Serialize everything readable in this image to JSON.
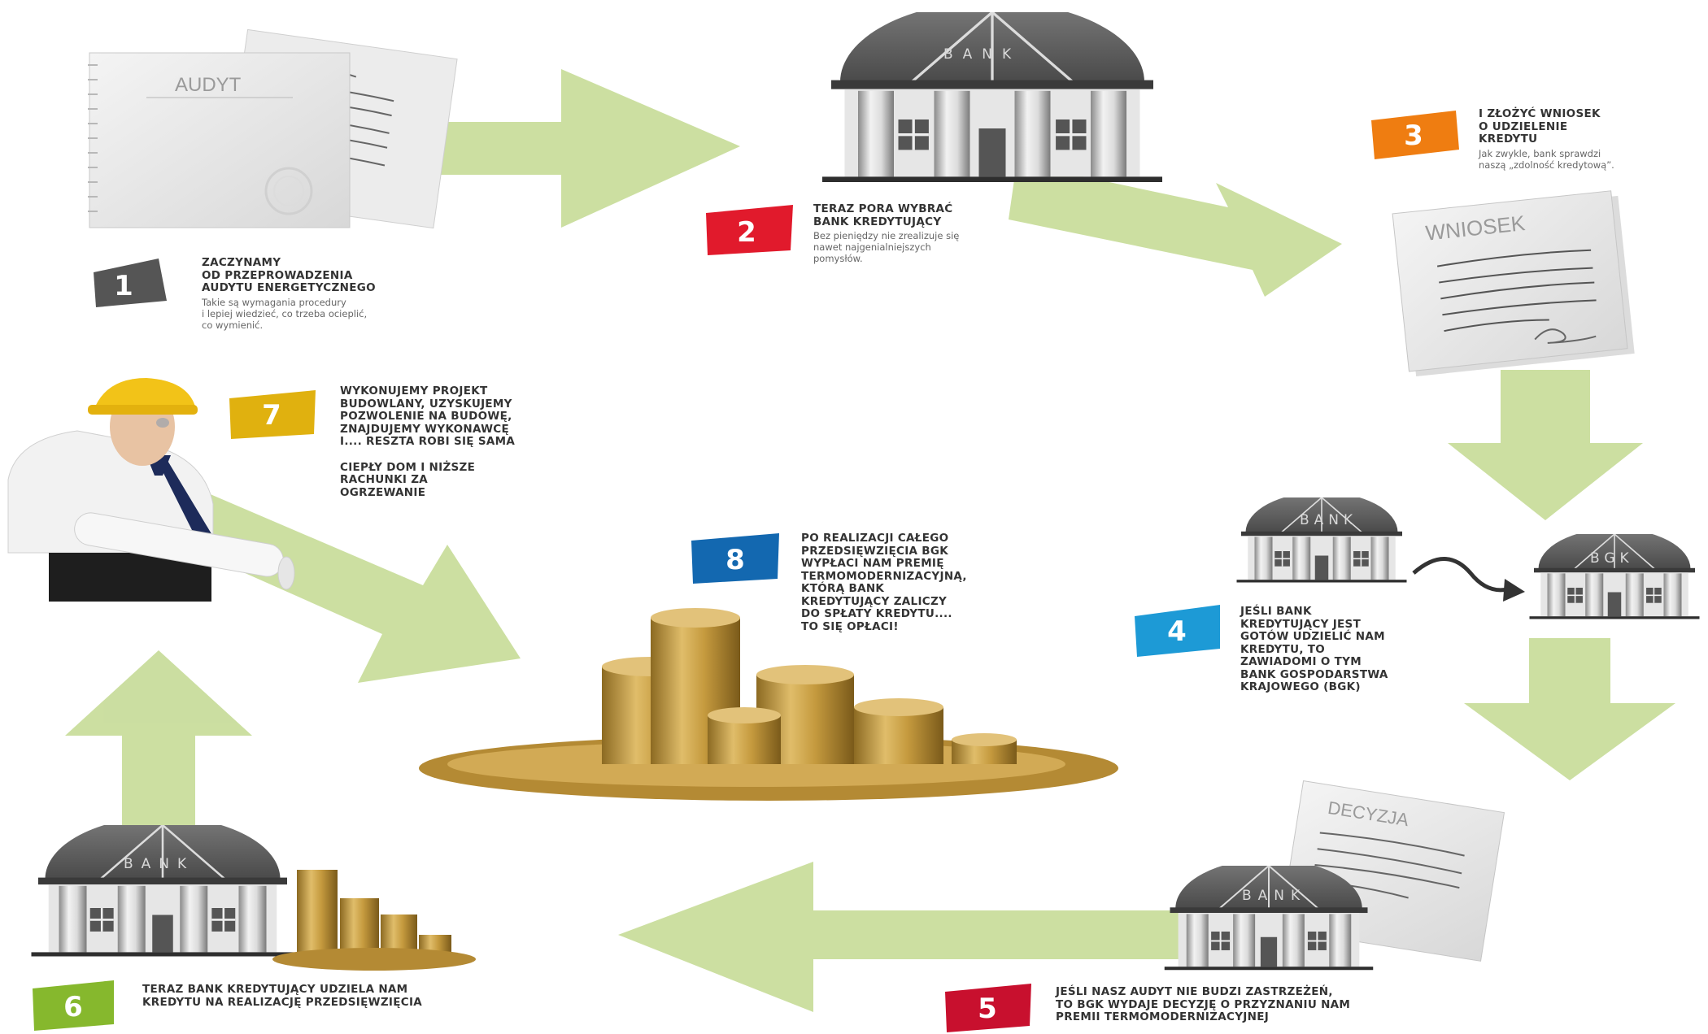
{
  "colors": {
    "arrow": "#c9dd9c",
    "badge_1": "#555555",
    "badge_2": "#e11a2c",
    "badge_3": "#ef7d11",
    "badge_4": "#1d9ad6",
    "badge_5": "#c8102e",
    "badge_6": "#86b82d",
    "badge_7": "#e0b10f",
    "badge_8": "#1368b0",
    "bank_roof": "#5c5c5c",
    "coin": "#c59a3e"
  },
  "buildings": {
    "bank_label": "BANK",
    "bgk_label": "BGK"
  },
  "documents": {
    "audit_label": "AUDYT",
    "application_label": "WNIOSEK",
    "decision_label": "DECYZJA"
  },
  "steps": [
    {
      "number": "1",
      "title": "ZACZYNAMY\nOD PRZEPROWADZENIA\nAUDYTU ENERGETYCZNEGO",
      "description": "Takie są wymagania procedury\ni lepiej wiedzieć, co trzeba ocieplić,\nco wymienić."
    },
    {
      "number": "2",
      "title": "TERAZ PORA WYBRAĆ\nBANK KREDYTUJĄCY",
      "description": "Bez pieniędzy nie zrealizuje się\nnawet najgenialniejszych\npomysłów."
    },
    {
      "number": "3",
      "title": "I ZŁOŻYĆ WNIOSEK\nO UDZIELENIE\nKREDYTU",
      "description": "Jak zwykle, bank sprawdzi\nnaszą „zdolność kredytową”."
    },
    {
      "number": "4",
      "title": "JEŚLI BANK\nKREDYTUJĄCY JEST\nGOTÓW UDZIELIĆ NAM\nKREDYTU, TO\nZAWIADOMI O TYM\nBANK GOSPODARSTWA\nKRAJOWEGO (BGK)",
      "description": ""
    },
    {
      "number": "5",
      "title": "JEŚLI NASZ AUDYT NIE BUDZI ZASTRZEŻEŃ,\nTO BGK WYDAJE DECYZJĘ O PRZYZNANIU NAM\nPREMII TERMOMODERNIZACYJNEJ",
      "description": ""
    },
    {
      "number": "6",
      "title": "TERAZ BANK KREDYTUJĄCY UDZIELA NAM\nKREDYTU NA REALIZACJĘ PRZEDSIĘWZIĘCIA",
      "description": ""
    },
    {
      "number": "7",
      "title": "WYKONUJEMY PROJEKT\nBUDOWLANY, UZYSKUJEMY\nPOZWOLENIE NA BUDOWĘ,\nZNAJDUJEMY WYKONAWCĘ\nI.... RESZTA ROBI SIĘ SAMA",
      "title_2": "CIEPŁY DOM I NIŻSZE\nRACHUNKI ZA\nOGRZEWANIE",
      "description": ""
    },
    {
      "number": "8",
      "title": "PO REALIZACJI CAŁEGO\nPRZEDSIĘWZIĘCIA BGK\nWYPŁACI NAM PREMIĘ\nTERMOMODERNIZACYJNĄ,\nKTÓRĄ BANK\nKREDYTUJĄCY ZALICZY\nDO SPŁATY KREDYTU....\nTO SIĘ OPŁACI!",
      "description": ""
    }
  ]
}
